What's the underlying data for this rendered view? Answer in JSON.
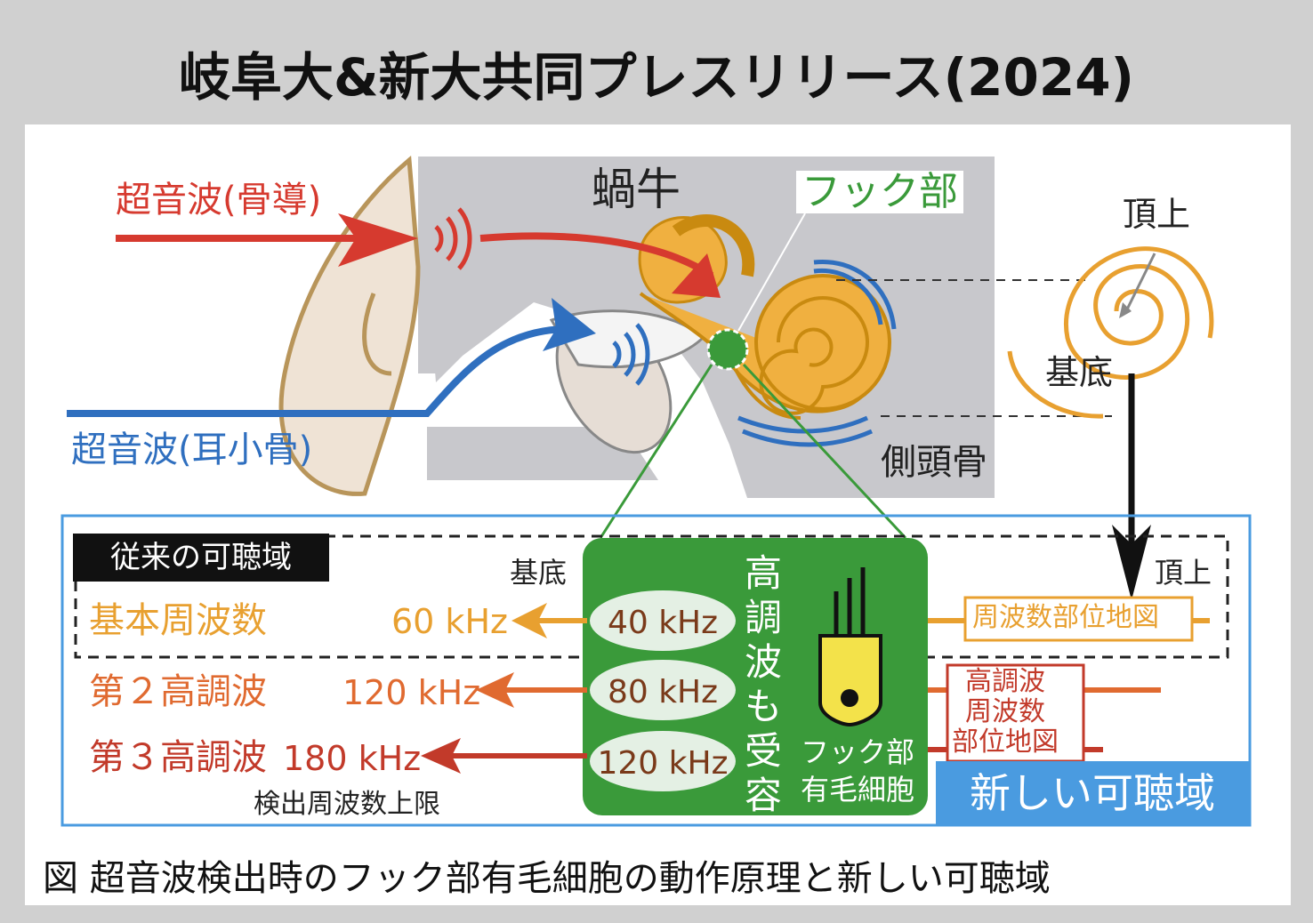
{
  "title": "岐阜大&新大共同プレスリリース(2024)",
  "labels": {
    "ultra_bone": "超音波(骨導)",
    "ultra_ossicle": "超音波(耳小骨)",
    "cochlea": "蝸牛",
    "hook_region": "フック部",
    "apex_top": "頂上",
    "base_top": "基底",
    "temporal_bone": "側頭骨"
  },
  "legend": {
    "conventional_range": "従来の可聴域",
    "new_range": "新しい可聴域",
    "base": "基底",
    "apex": "頂上",
    "fundamental": "基本周波数",
    "second_harmonic": "第２高調波",
    "third_harmonic": "第３高調波",
    "freq_60": "60 kHz",
    "freq_120": "120 kHz",
    "freq_180": "180 kHz",
    "detect_limit": "検出周波数上限",
    "in_40": "40 kHz",
    "in_80": "80 kHz",
    "in_120": "120 kHz",
    "harmonics_received": "高調波も受容",
    "hair_cell_l1": "フック部",
    "hair_cell_l2": "有毛細胞",
    "freq_map": "周波数部位地図",
    "harm_map_l1": "高調波",
    "harm_map_l2": "周波数",
    "harm_map_l3": "部位地図"
  },
  "caption": "図 超音波検出時のフック部有毛細胞の動作原理と新しい可聴域",
  "colors": {
    "red": "#d63a2f",
    "blue": "#2f6fbf",
    "orange": "#e8a030",
    "orange_red": "#e06a30",
    "dark_red": "#c23a2a",
    "green": "#3a9a3a",
    "light_blue": "#4a9be0"
  }
}
